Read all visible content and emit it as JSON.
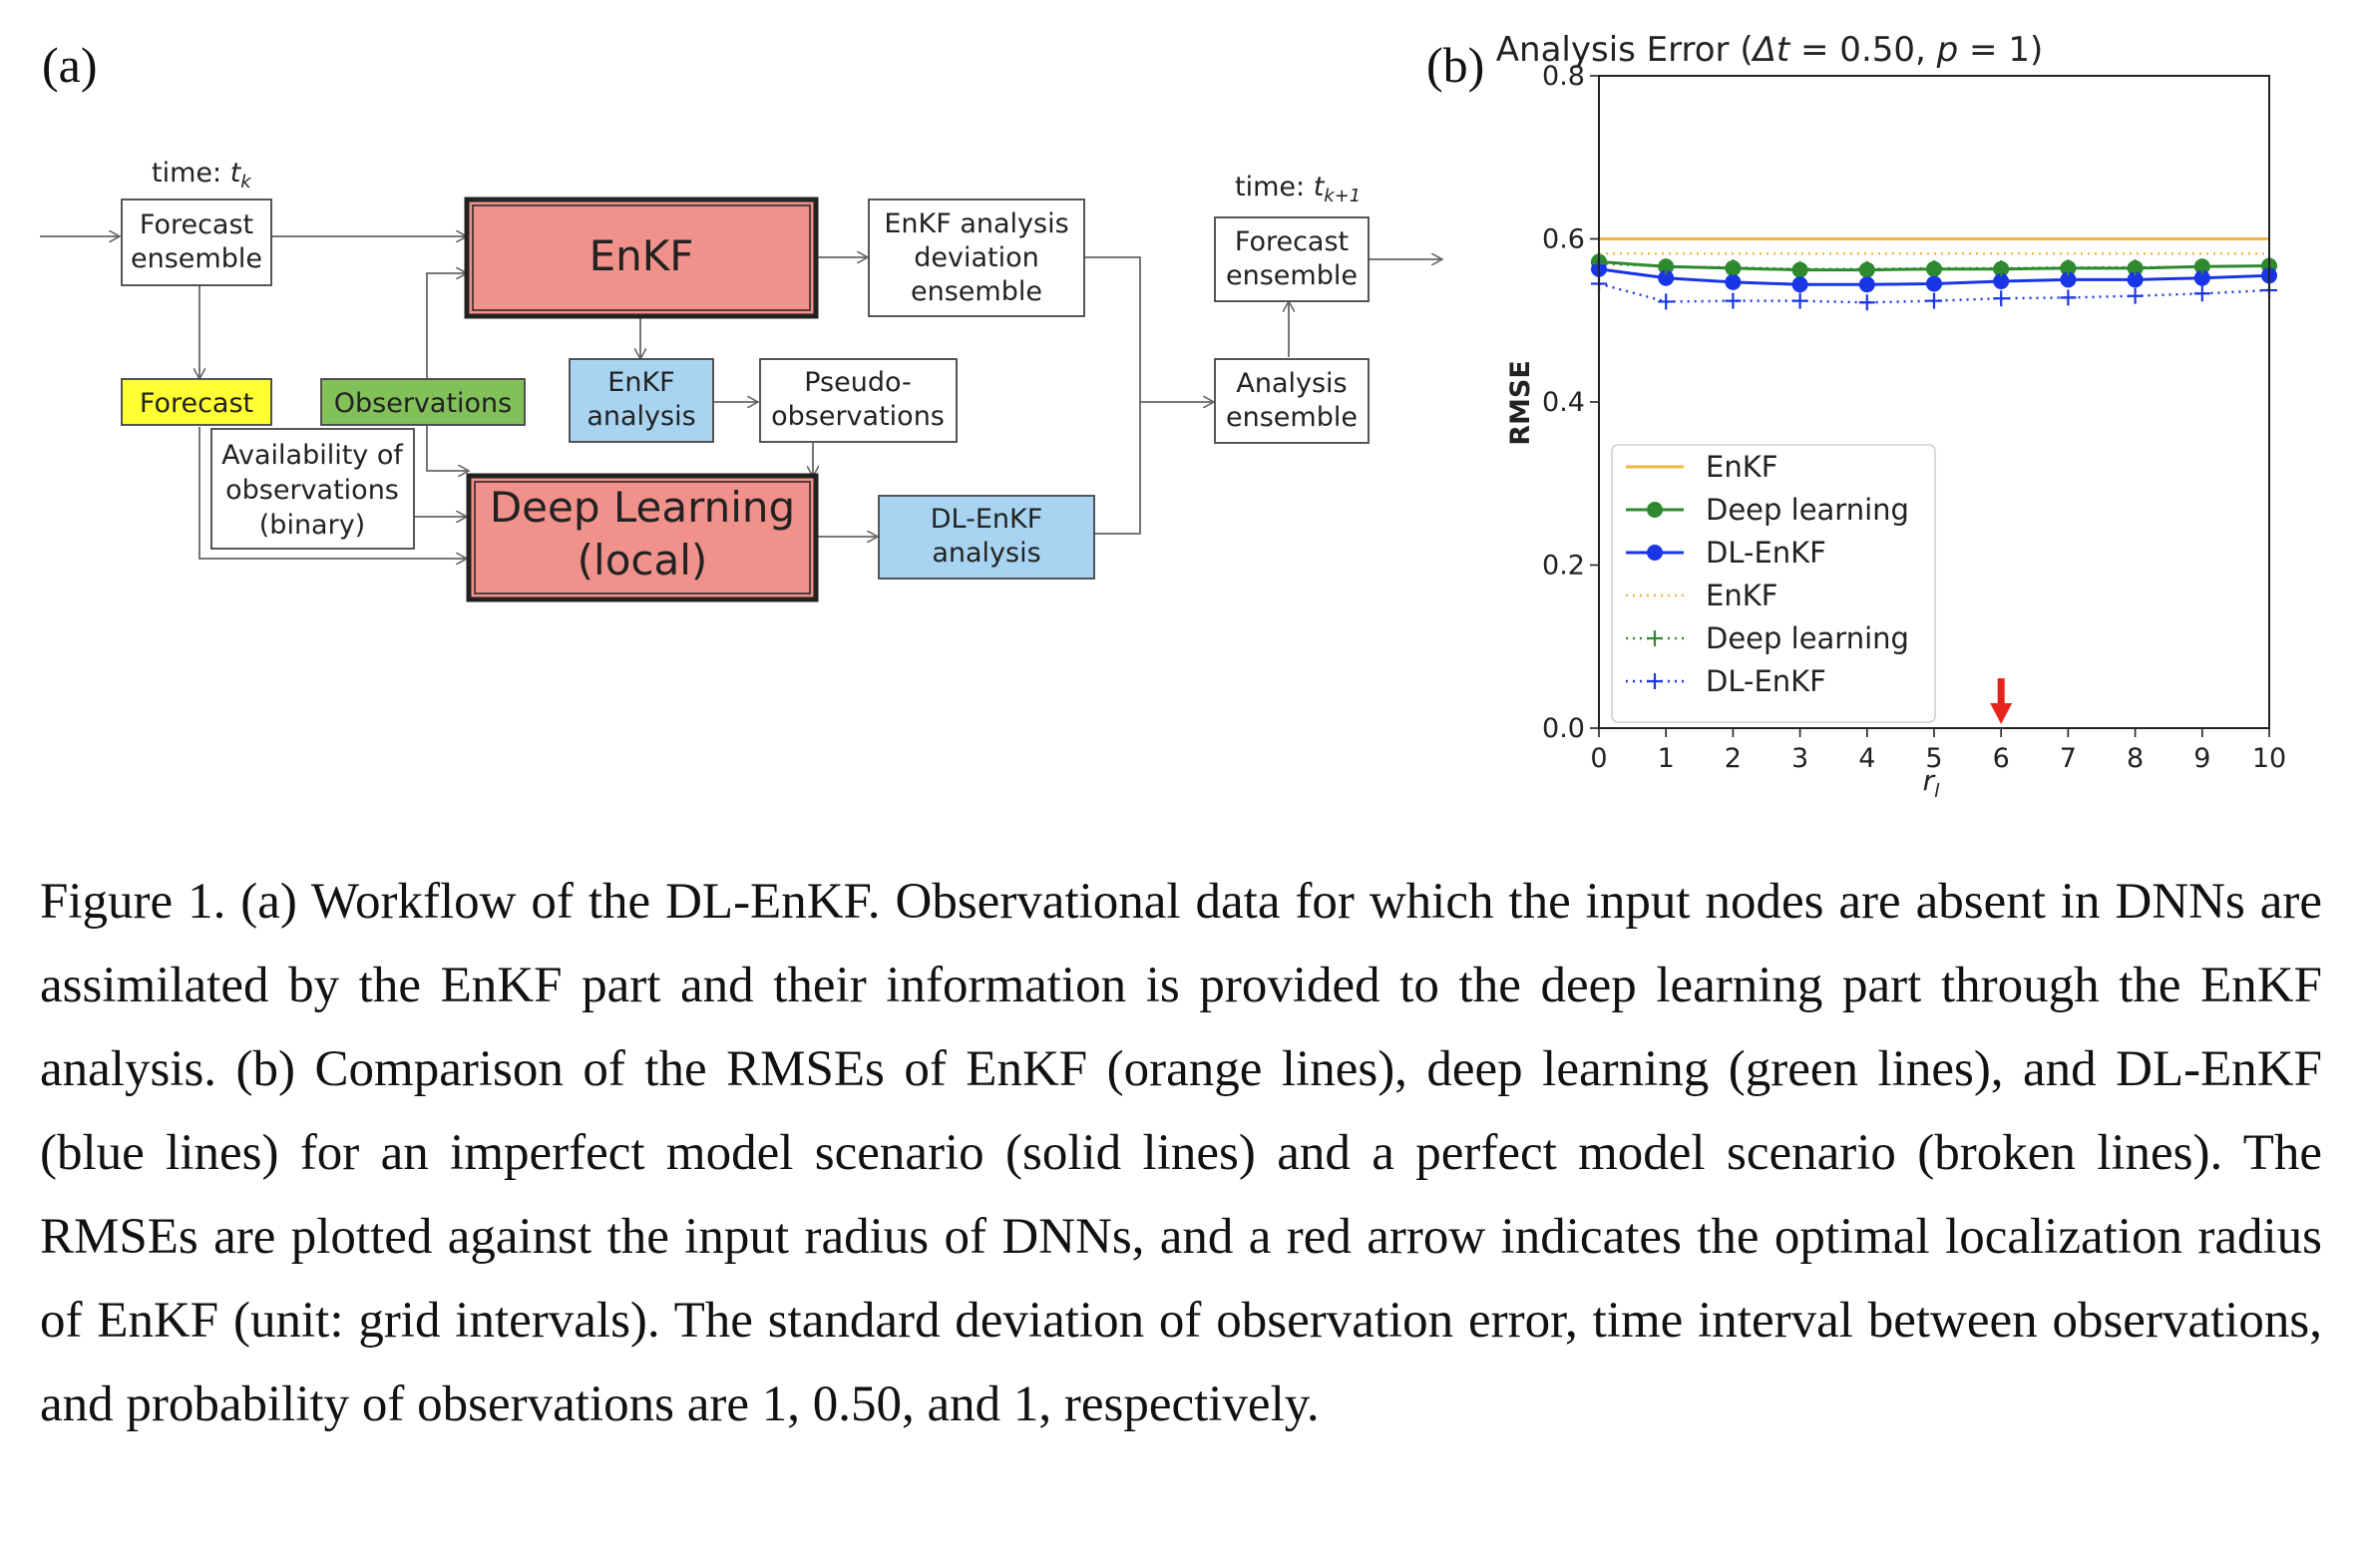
{
  "panel_a": {
    "label": "(a)",
    "time_k_prefix": "time: ",
    "time_k_var": "t",
    "time_k_sub": "k",
    "time_k1_prefix": "time: ",
    "time_k1_var": "t",
    "time_k1_sub": "k+1",
    "forecast_ensemble": [
      "Forecast",
      "ensemble"
    ],
    "enkf": "EnKF",
    "enkf_deviation": [
      "EnKF analysis",
      "deviation",
      "ensemble"
    ],
    "forecast_ensemble_next": [
      "Forecast",
      "ensemble"
    ],
    "forecast": "Forecast",
    "observations": "Observations",
    "enkf_analysis": [
      "EnKF",
      "analysis"
    ],
    "pseudo_observations": [
      "Pseudo-",
      "observations"
    ],
    "analysis_ensemble": [
      "Analysis",
      "ensemble"
    ],
    "availability": [
      "Availability of",
      "observations",
      "(binary)"
    ],
    "deep_learning": [
      "Deep Learning",
      "(local)"
    ],
    "dl_enkf_analysis": [
      "DL-EnKF",
      "analysis"
    ],
    "colors": {
      "model_box": "#f0918b",
      "forecast_box": "#ffff33",
      "observations_box": "#82c059",
      "analysis_box": "#a8d4f2"
    }
  },
  "panel_b": {
    "label": "(b)"
  },
  "chart_data": {
    "type": "line",
    "title_prefix": "Analysis Error (",
    "title_dt": "Δt",
    "title_mid": " = 0.50,  ",
    "title_p": "p",
    "title_suffix": " = 1)",
    "xlabel_var": "r",
    "xlabel_sub": "l",
    "ylabel": "RMSE",
    "xlim": [
      0,
      10
    ],
    "ylim": [
      0.0,
      0.8
    ],
    "x_ticks": [
      0,
      1,
      2,
      3,
      4,
      5,
      6,
      7,
      8,
      9,
      10
    ],
    "y_ticks": [
      "0.0",
      "0.2",
      "0.4",
      "0.6",
      "0.8"
    ],
    "legend_position": "lower-left",
    "grid": false,
    "annotation": {
      "x": 6,
      "color": "#e8231c",
      "note": "optimal localization radius of EnKF"
    },
    "x": [
      0,
      1,
      2,
      3,
      4,
      5,
      6,
      7,
      8,
      9,
      10
    ],
    "series": [
      {
        "name": "EnKF",
        "style": "solid",
        "marker": "none",
        "color": "#f5b342",
        "values": [
          0.6,
          0.6,
          0.6,
          0.6,
          0.6,
          0.6,
          0.6,
          0.6,
          0.6,
          0.6,
          0.6
        ]
      },
      {
        "name": "Deep learning",
        "style": "solid",
        "marker": "circle",
        "color": "#2f8a2f",
        "values": [
          0.572,
          0.566,
          0.564,
          0.562,
          0.562,
          0.563,
          0.563,
          0.564,
          0.564,
          0.566,
          0.567
        ]
      },
      {
        "name": "DL-EnKF",
        "style": "solid",
        "marker": "circle",
        "color": "#1a35e6",
        "values": [
          0.563,
          0.552,
          0.547,
          0.544,
          0.544,
          0.545,
          0.548,
          0.55,
          0.55,
          0.552,
          0.555
        ]
      },
      {
        "name": "EnKF",
        "style": "dotted",
        "marker": "none",
        "color": "#f5b342",
        "values": [
          0.582,
          0.582,
          0.582,
          0.582,
          0.582,
          0.582,
          0.582,
          0.582,
          0.582,
          0.582,
          0.582
        ]
      },
      {
        "name": "Deep learning",
        "style": "dotted",
        "marker": "plus",
        "color": "#2f8a2f",
        "values": [
          0.57,
          0.566,
          0.565,
          0.563,
          0.563,
          0.564,
          0.564,
          0.565,
          0.565,
          0.566,
          0.567
        ]
      },
      {
        "name": "DL-EnKF",
        "style": "dotted",
        "marker": "plus",
        "color": "#1a35e6",
        "values": [
          0.545,
          0.523,
          0.524,
          0.524,
          0.522,
          0.524,
          0.527,
          0.528,
          0.53,
          0.533,
          0.537
        ]
      }
    ]
  },
  "caption": "Figure 1. (a) Workflow of the DL-EnKF. Observational data for which the input nodes are absent in DNNs are assimilated by the EnKF part and their information is provided to the deep learning part through the EnKF analysis. (b) Comparison of the RMSEs of EnKF (orange lines), deep learning (green lines), and DL-EnKF (blue lines) for an imperfect model scenario (solid lines) and a perfect model scenario (broken lines). The RMSEs are plotted against the input radius of DNNs, and a red arrow indicates the optimal localization radius of EnKF (unit: grid intervals). The standard deviation of observation error, time interval between observations, and probability of observations are 1, 0.50, and 1, respectively."
}
